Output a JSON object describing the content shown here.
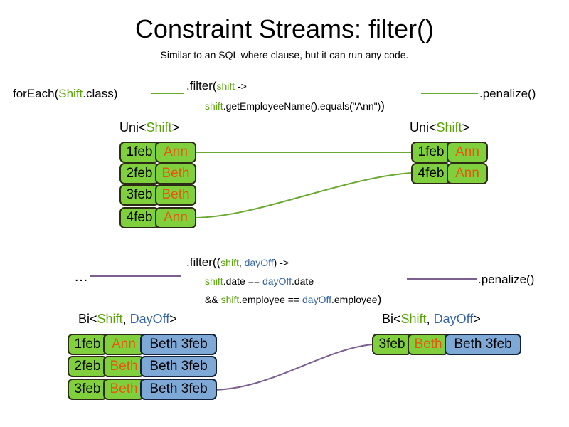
{
  "header": {
    "title": "Constraint Streams: filter()",
    "subtitle": "Similar to an SQL where clause, but it can run any code."
  },
  "colors": {
    "shift_green_text": "#57a406",
    "dayoff_blue_text": "#3465a4",
    "card_green_fill": "#7fd03c",
    "card_green_border": "#2b2b16",
    "card_blue_fill": "#7ea8d6",
    "card_blue_border": "#14213d",
    "employee_name_text": "#e8560f",
    "connector_green": "#6aa832",
    "connector_purple": "#7b5f8e"
  },
  "uni_section": {
    "source_label": {
      "prefix": "forEach(",
      "type": "Shift",
      "suffix": ".class)"
    },
    "filter": {
      "line1_prefix": ".filter(",
      "line1_param": "shift",
      "line1_arrow": " ->",
      "line2_var": "shift",
      "line2_rest": ".getEmployeeName().equals(\"Ann\")",
      "line2_close": ")"
    },
    "penalize_label": ".penalize()",
    "input_type_label": {
      "prefix": "Uni<",
      "type": "Shift",
      "suffix": ">"
    },
    "output_type_label": {
      "prefix": "Uni<",
      "type": "Shift",
      "suffix": ">"
    },
    "input_rows": [
      {
        "date": "1feb",
        "employee": "Ann"
      },
      {
        "date": "2feb",
        "employee": "Beth"
      },
      {
        "date": "3feb",
        "employee": "Beth"
      },
      {
        "date": "4feb",
        "employee": "Ann"
      }
    ],
    "output_rows": [
      {
        "date": "1feb",
        "employee": "Ann"
      },
      {
        "date": "4feb",
        "employee": "Ann"
      }
    ]
  },
  "bi_section": {
    "source_label": "…",
    "filter": {
      "line1_prefix": ".filter((",
      "line1_param1": "shift",
      "line1_comma": ", ",
      "line1_param2": "dayOff",
      "line1_arrow": ") ->",
      "line2_var1": "shift",
      "line2_mid": ".date == ",
      "line2_var2": "dayOff",
      "line2_end": ".date",
      "line3_and": "&& ",
      "line3_var1": "shift",
      "line3_mid": ".employee == ",
      "line3_var2": "dayOff",
      "line3_end": ".employee",
      "line3_close": ")"
    },
    "penalize_label": ".penalize()",
    "input_type_label": {
      "prefix": "Bi<",
      "type1": "Shift",
      "comma": ", ",
      "type2": "DayOff",
      "suffix": ">"
    },
    "output_type_label": {
      "prefix": "Bi<",
      "type1": "Shift",
      "comma": ", ",
      "type2": "DayOff",
      "suffix": ">"
    },
    "input_rows": [
      {
        "date": "1feb",
        "employee": "Ann",
        "dayoff": "Beth 3feb"
      },
      {
        "date": "2feb",
        "employee": "Beth",
        "dayoff": "Beth 3feb"
      },
      {
        "date": "3feb",
        "employee": "Beth",
        "dayoff": "Beth 3feb"
      }
    ],
    "output_rows": [
      {
        "date": "3feb",
        "employee": "Beth",
        "dayoff": "Beth 3feb"
      }
    ]
  }
}
